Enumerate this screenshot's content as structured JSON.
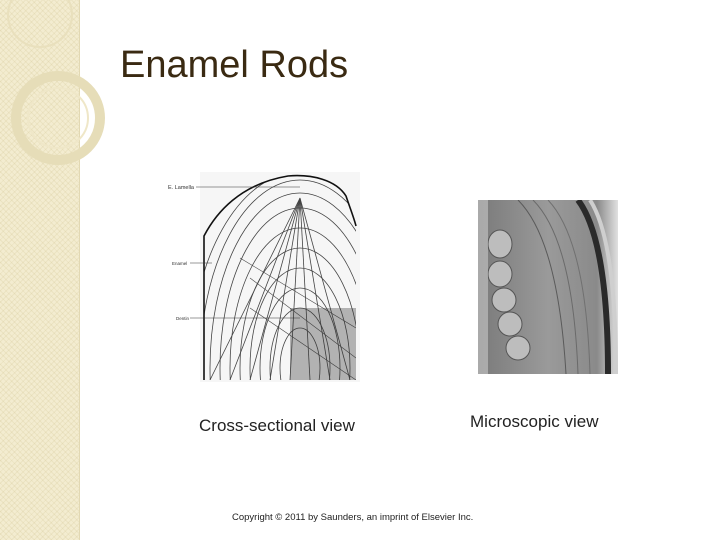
{
  "slide": {
    "title": "Enamel Rods",
    "figures": {
      "left": {
        "labels": {
          "lamella": "E. Lamella",
          "enamel": "Enamel",
          "dentin": "Dentin"
        },
        "caption": "Cross-sectional view"
      },
      "right": {
        "caption": "Microscopic view"
      }
    },
    "copyright": "Copyright © 2011 by Saunders, an imprint of Elsevier Inc."
  },
  "colors": {
    "title": "#3a2a12",
    "side_band": "#f3ecd0",
    "deco_ring": "#e6ddb8"
  }
}
